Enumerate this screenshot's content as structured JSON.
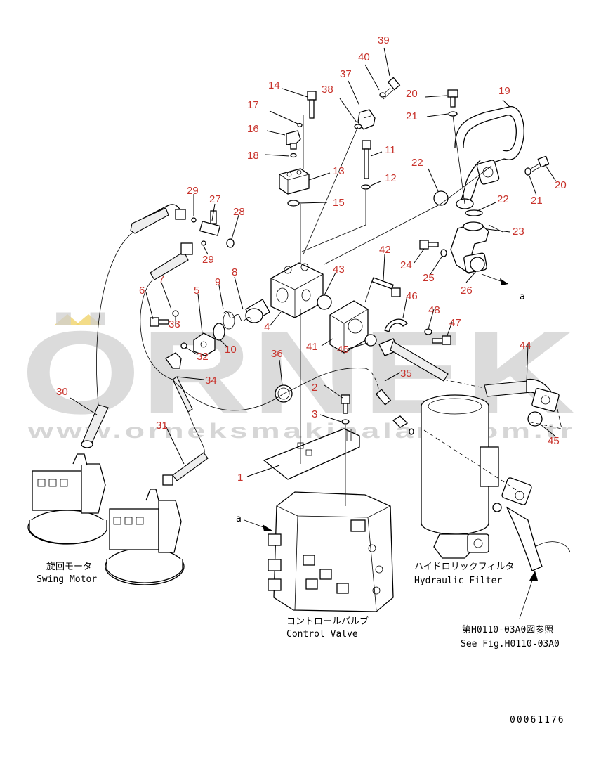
{
  "watermark": {
    "brand": "ÖRNEK",
    "url": "www.orneksmakinalari.com.tr"
  },
  "labels": {
    "swing_motor_jp": "旋回モータ",
    "swing_motor_en": "Swing Motor",
    "control_valve_jp": "コントロールバルブ",
    "control_valve_en": "Control Valve",
    "hydraulic_filter_jp": "ハイドロリックフィルタ",
    "hydraulic_filter_en": "Hydraulic Filter",
    "see_fig_jp": "第H0110-03A0図参照",
    "see_fig_en": "See Fig.H0110-03A0",
    "drawing_number": "00061176",
    "arrow_a_right": "a",
    "arrow_a_left": "a"
  },
  "callouts": [
    "39",
    "40",
    "37",
    "14",
    "38",
    "17",
    "16",
    "18",
    "13",
    "11",
    "12",
    "15",
    "20",
    "21",
    "19",
    "22",
    "20",
    "21",
    "22",
    "23",
    "24",
    "25",
    "26",
    "29",
    "27",
    "28",
    "29",
    "42",
    "43",
    "7",
    "8",
    "9",
    "6",
    "5",
    "33",
    "32",
    "34",
    "10",
    "4",
    "41",
    "45",
    "46",
    "48",
    "47",
    "44",
    "36",
    "35",
    "2",
    "3",
    "45",
    "30",
    "31",
    "1"
  ]
}
